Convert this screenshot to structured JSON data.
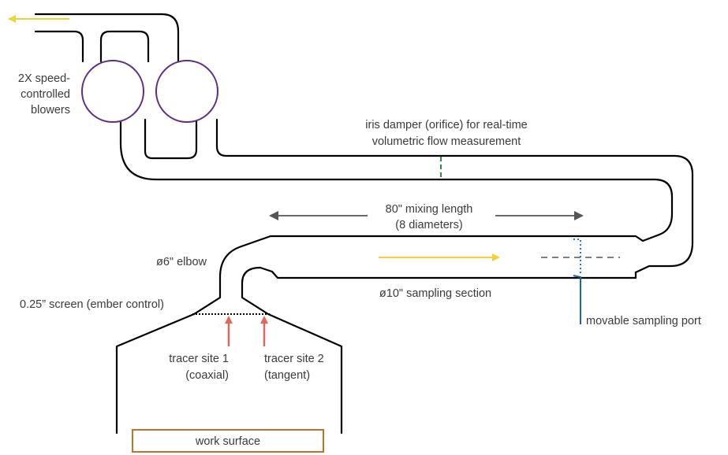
{
  "diagram": {
    "labels": {
      "blowers_line1": "2X speed-",
      "blowers_line2": "controlled",
      "blowers_line3": "blowers",
      "damper_line1": "iris damper (orifice) for real-time",
      "damper_line2": "volumetric flow measurement",
      "mixing_line1": "80\" mixing length",
      "mixing_line2": "(8 diameters)",
      "elbow": "ø6\" elbow",
      "screen": "0.25” screen (ember control)",
      "sampling_section": "ø10\" sampling section",
      "sampling_port": "movable sampling port",
      "tracer1_line1": "tracer site 1",
      "tracer1_line2": "(coaxial)",
      "tracer2_line1": "tracer site 2",
      "tracer2_line2": "(tangent)",
      "work_surface": "work surface"
    },
    "colors": {
      "duct": "#000000",
      "blower": "#5c2d82",
      "flow_arrow": "#f2d335",
      "tracer_arrow": "#e0675e",
      "damper": "#2e8b3e",
      "sampling_port": "#1f63a6",
      "dimension": "#555555",
      "work_surface": "#c0722a"
    }
  }
}
